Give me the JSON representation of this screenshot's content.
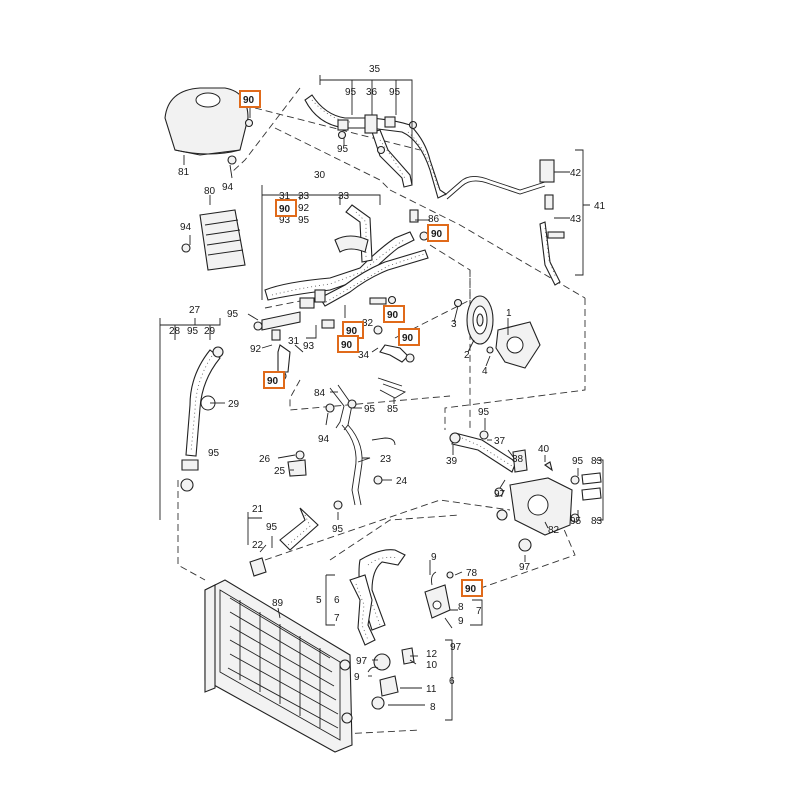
{
  "highlight_color": "#e06a1a",
  "callouts": [
    {
      "id": "c35",
      "text": "35"
    },
    {
      "id": "c95a",
      "text": "95"
    },
    {
      "id": "c36",
      "text": "36"
    },
    {
      "id": "c95b",
      "text": "95"
    },
    {
      "id": "c95c",
      "text": "95"
    },
    {
      "id": "c81",
      "text": "81"
    },
    {
      "id": "c94a",
      "text": "94"
    },
    {
      "id": "c42",
      "text": "42"
    },
    {
      "id": "c43",
      "text": "43"
    },
    {
      "id": "c41",
      "text": "41"
    },
    {
      "id": "c30",
      "text": "30"
    },
    {
      "id": "c31a",
      "text": "31"
    },
    {
      "id": "c33a",
      "text": "33"
    },
    {
      "id": "c33b",
      "text": "33"
    },
    {
      "id": "c92a",
      "text": "92"
    },
    {
      "id": "c93a",
      "text": "93"
    },
    {
      "id": "c95d",
      "text": "95"
    },
    {
      "id": "c86",
      "text": "86"
    },
    {
      "id": "c80",
      "text": "80"
    },
    {
      "id": "c94b",
      "text": "94"
    },
    {
      "id": "c27",
      "text": "27"
    },
    {
      "id": "c28",
      "text": "28"
    },
    {
      "id": "c95e",
      "text": "95"
    },
    {
      "id": "c29a",
      "text": "29"
    },
    {
      "id": "c95f",
      "text": "95"
    },
    {
      "id": "c92b",
      "text": "92"
    },
    {
      "id": "c31b",
      "text": "31"
    },
    {
      "id": "c93b",
      "text": "93"
    },
    {
      "id": "c32",
      "text": "32"
    },
    {
      "id": "c34",
      "text": "34"
    },
    {
      "id": "c3",
      "text": "3"
    },
    {
      "id": "c1",
      "text": "1"
    },
    {
      "id": "c2",
      "text": "2"
    },
    {
      "id": "c4",
      "text": "4"
    },
    {
      "id": "c29b",
      "text": "29"
    },
    {
      "id": "c84",
      "text": "84"
    },
    {
      "id": "c95g",
      "text": "95"
    },
    {
      "id": "c85",
      "text": "85"
    },
    {
      "id": "c94c",
      "text": "94"
    },
    {
      "id": "c95h",
      "text": "95"
    },
    {
      "id": "c95i",
      "text": "95"
    },
    {
      "id": "c37",
      "text": "37"
    },
    {
      "id": "c39",
      "text": "39"
    },
    {
      "id": "c38",
      "text": "38"
    },
    {
      "id": "c40",
      "text": "40"
    },
    {
      "id": "c95j",
      "text": "95"
    },
    {
      "id": "c83a",
      "text": "83"
    },
    {
      "id": "c83b",
      "text": "83"
    },
    {
      "id": "c95k",
      "text": "95"
    },
    {
      "id": "c97a",
      "text": "97"
    },
    {
      "id": "c82",
      "text": "82"
    },
    {
      "id": "c97b",
      "text": "97"
    },
    {
      "id": "c26",
      "text": "26"
    },
    {
      "id": "c25",
      "text": "25"
    },
    {
      "id": "c23",
      "text": "23"
    },
    {
      "id": "c24",
      "text": "24"
    },
    {
      "id": "c21",
      "text": "21"
    },
    {
      "id": "c95l",
      "text": "95"
    },
    {
      "id": "c22",
      "text": "22"
    },
    {
      "id": "c95m",
      "text": "95"
    },
    {
      "id": "c89",
      "text": "89"
    },
    {
      "id": "c5",
      "text": "5"
    },
    {
      "id": "c6a",
      "text": "6"
    },
    {
      "id": "c7a",
      "text": "7"
    },
    {
      "id": "c9a",
      "text": "9"
    },
    {
      "id": "c78",
      "text": "78"
    },
    {
      "id": "c8a",
      "text": "8"
    },
    {
      "id": "c7b",
      "text": "7"
    },
    {
      "id": "c9b",
      "text": "9"
    },
    {
      "id": "c97c",
      "text": "97"
    },
    {
      "id": "c12",
      "text": "12"
    },
    {
      "id": "c10",
      "text": "10"
    },
    {
      "id": "c97d",
      "text": "97"
    },
    {
      "id": "c9c",
      "text": "9"
    },
    {
      "id": "c11",
      "text": "11"
    },
    {
      "id": "c6b",
      "text": "6"
    },
    {
      "id": "c8b",
      "text": "8"
    }
  ],
  "highlights": [
    {
      "id": "h1",
      "text": "90"
    },
    {
      "id": "h2",
      "text": "90"
    },
    {
      "id": "h3",
      "text": "90"
    },
    {
      "id": "h4",
      "text": "90"
    },
    {
      "id": "h5",
      "text": "90"
    },
    {
      "id": "h6",
      "text": "90"
    },
    {
      "id": "h7",
      "text": "90"
    },
    {
      "id": "h8",
      "text": "90"
    },
    {
      "id": "h9",
      "text": "90"
    }
  ]
}
